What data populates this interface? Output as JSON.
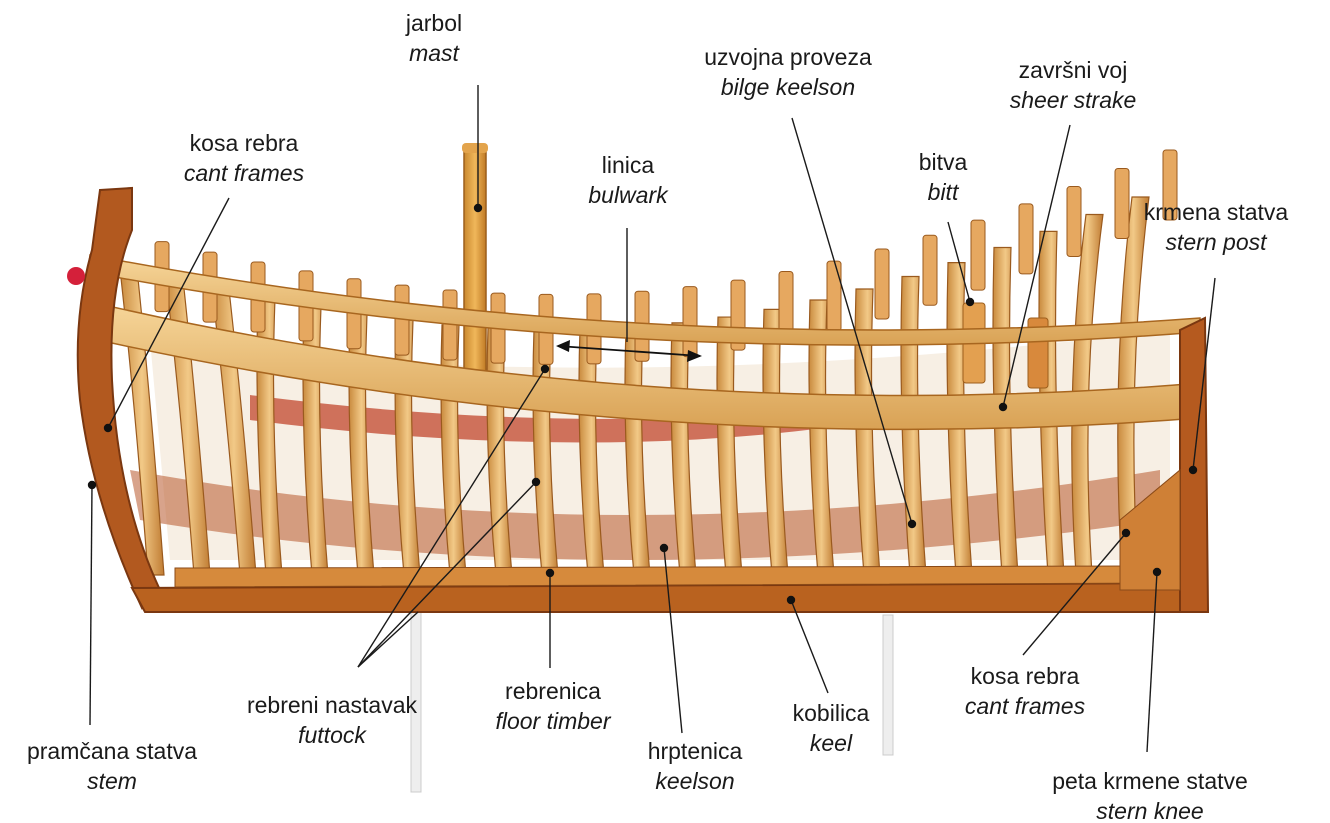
{
  "labels": {
    "mast": {
      "hr": "jarbol",
      "en": "mast"
    },
    "cant_frames_1": {
      "hr": "kosa rebra",
      "en": "cant frames"
    },
    "bulwark": {
      "hr": "linica",
      "en": "bulwark"
    },
    "bilge_keelson": {
      "hr": "uzvojna proveza",
      "en": "bilge keelson"
    },
    "sheer_strake": {
      "hr": "završni voj",
      "en": "sheer strake"
    },
    "bitt": {
      "hr": "bitva",
      "en": "bitt"
    },
    "stern_post": {
      "hr": "krmena statva",
      "en": "stern post"
    },
    "futtock": {
      "hr": "rebreni nastavak",
      "en": "futtock"
    },
    "floor_timber": {
      "hr": "rebrenica",
      "en": "floor timber"
    },
    "keelson": {
      "hr": "hrptenica",
      "en": "keelson"
    },
    "keel": {
      "hr": "kobilica",
      "en": "keel"
    },
    "cant_frames_2": {
      "hr": "kosa rebra",
      "en": "cant frames"
    },
    "stem": {
      "hr": "pramčana statva",
      "en": "stem"
    },
    "stern_knee": {
      "hr": "peta krmene  statve",
      "en": "stern knee"
    }
  },
  "colors": {
    "text": "#1a1a1a",
    "leader": "#1a1a1a",
    "wood_light": "#e9b86a",
    "wood_mid": "#d08a3a",
    "wood_dark": "#a9531e",
    "wood_red": "#b8472a",
    "background": "#ffffff"
  }
}
